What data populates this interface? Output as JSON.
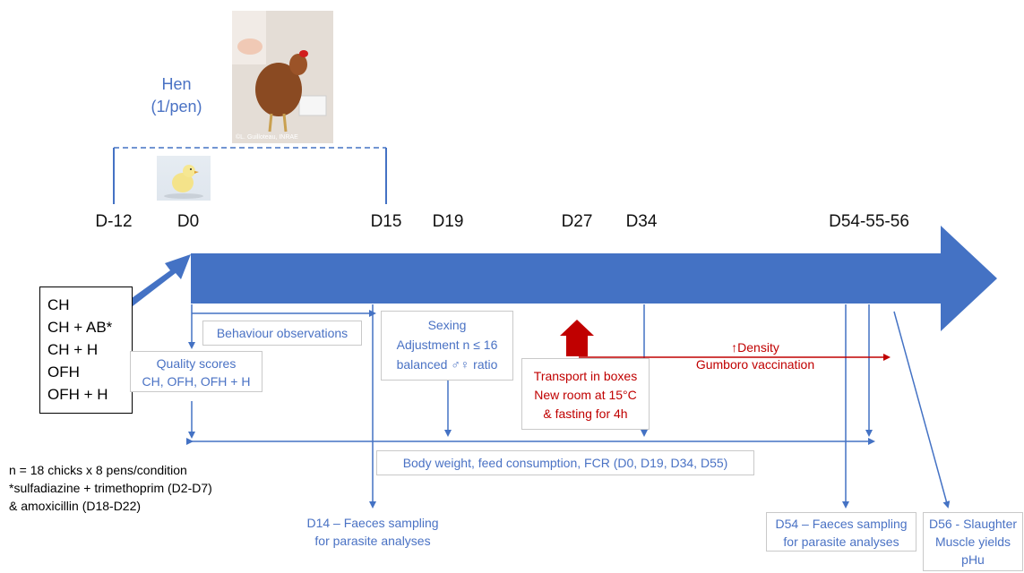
{
  "hen": {
    "line1": "Hen",
    "line2": "(1/pen)",
    "photo_credit": "©L. Guilloteau, INRAE"
  },
  "days": {
    "d_12": "D-12",
    "d0": "D0",
    "d15": "D15",
    "d19": "D19",
    "d27": "D27",
    "d34": "D34",
    "d54": "D54-55-56"
  },
  "groups": [
    "CH",
    "CH + AB*",
    "CH + H",
    "OFH",
    "OFH + H"
  ],
  "notes": {
    "n": "n = 18 chicks x 8 pens/condition",
    "abx1": "*sulfadiazine + trimethoprim (D2-D7)",
    "abx2": "& amoxicillin (D18-D22)"
  },
  "boxes": {
    "behaviour": "Behaviour observations",
    "quality_title": "Quality scores",
    "quality_items": "CH, OFH, OFH + H",
    "sexing_title": "Sexing",
    "sexing_adjust": "Adjustment n ≤ 16",
    "sexing_ratio": "balanced ♂♀ ratio",
    "transport_1": "Transport in boxes",
    "transport_2": "New room at 15°C",
    "transport_3": "& fasting for 4h",
    "body_weight": "Body weight, feed consumption, FCR (D0, D19, D34, D55)"
  },
  "density": {
    "line1": "↑Density",
    "line2": "Gumboro vaccination"
  },
  "faeces14": {
    "line1": "D14 – Faeces sampling",
    "line2": "for parasite analyses"
  },
  "faeces54": {
    "line1": "D54 – Faeces sampling",
    "line2": "for parasite analyses"
  },
  "slaughter": {
    "line1": "D56 - Slaughter",
    "line2": "Muscle yields",
    "line3": "pHu"
  },
  "colors": {
    "timeline_blue": "#4472c4",
    "text_blue": "#4a72c4",
    "red": "#c00000"
  }
}
